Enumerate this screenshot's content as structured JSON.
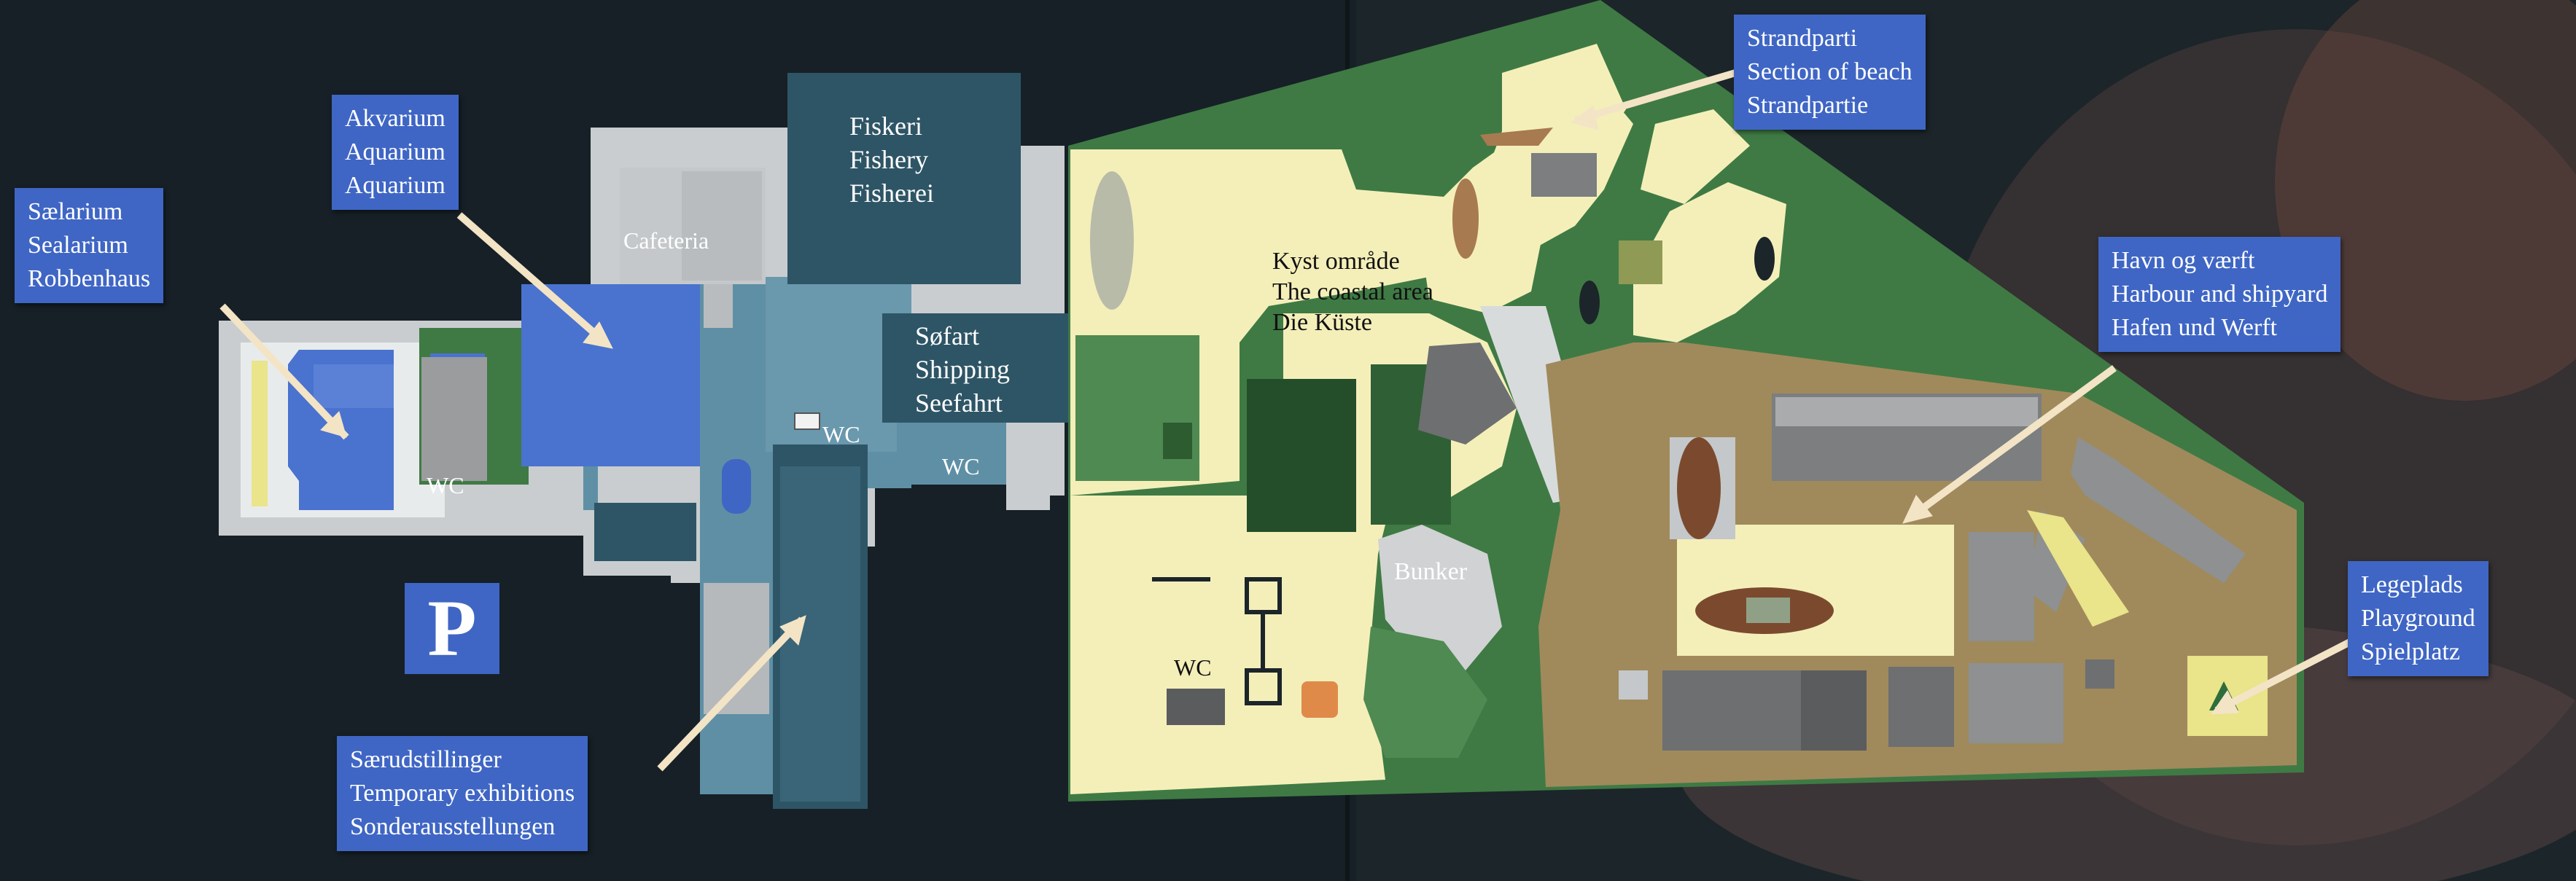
{
  "labels": {
    "saelarium": [
      "Sælarium",
      "Sealarium",
      "Robbenhaus"
    ],
    "akvarium": [
      "Akvarium",
      "Aquarium",
      "Aquarium"
    ],
    "fiskeri": [
      "Fiskeri",
      "Fishery",
      "Fisherei"
    ],
    "sofart": [
      "Søfart",
      "Shipping",
      "Seefahrt"
    ],
    "saerudstillinger": [
      "Særudstillinger",
      "Temporary exhibitions",
      "Sonderausstellungen"
    ],
    "strandparti": [
      "Strandparti",
      "Section of beach",
      "Strandpartie"
    ],
    "kyst": [
      "Kyst område",
      "The coastal area",
      "Die Küste"
    ],
    "havn": [
      "Havn og værft",
      "Harbour and shipyard",
      "Hafen und Werft"
    ],
    "legeplads": [
      "Legeplads",
      "Playground",
      "Spielplatz"
    ]
  },
  "map_text": {
    "cafeteria": "Cafeteria",
    "wc": "WC",
    "bunker": "Bunker",
    "parking": "P"
  },
  "icons": {
    "parking": "parking-sign-icon",
    "playground": "playground-icon",
    "boat": "boat-icon",
    "ship": "ship-icon",
    "wc": "wc-icon"
  },
  "colors": {
    "label_bg": "#3f66c4",
    "background": "#1b2428",
    "water_blue": "#4a72cf",
    "hall_teal": "#5f8fa5",
    "dark_teal": "#2e5566",
    "grass": "#3f7a44",
    "sand": "#f4efb9",
    "harbour_ground": "#a08a5c",
    "building_grey": "#8e9091"
  }
}
